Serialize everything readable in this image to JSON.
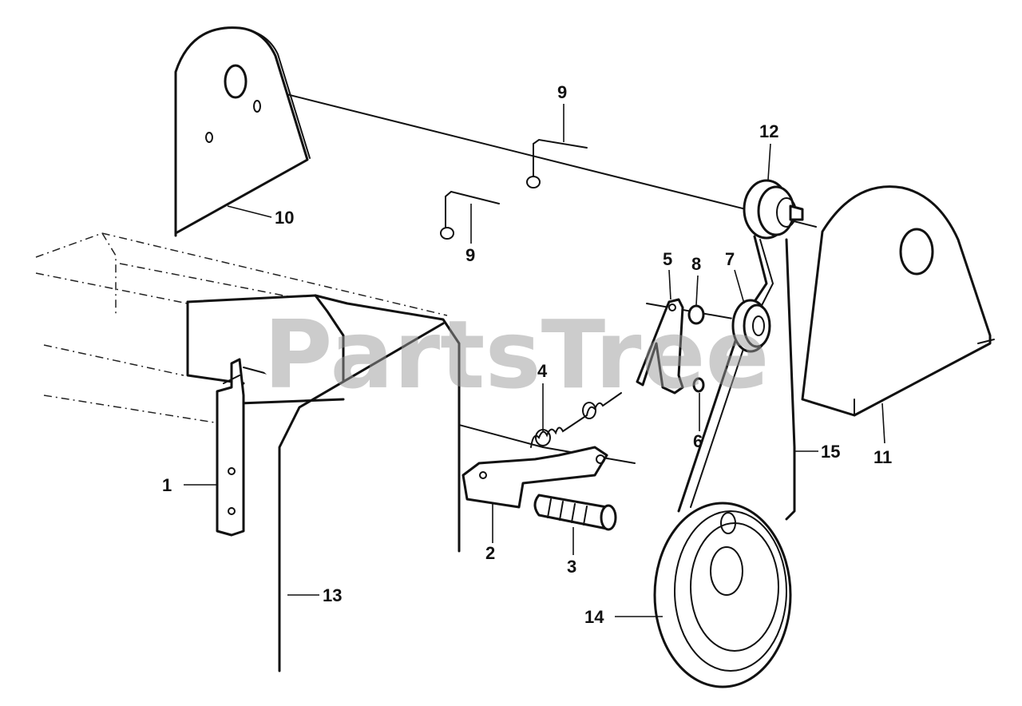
{
  "watermark": "PartsTree",
  "callouts": [
    {
      "id": "c1",
      "label": "1"
    },
    {
      "id": "c2",
      "label": "2"
    },
    {
      "id": "c3",
      "label": "3"
    },
    {
      "id": "c4",
      "label": "4"
    },
    {
      "id": "c5",
      "label": "5"
    },
    {
      "id": "c6",
      "label": "6"
    },
    {
      "id": "c7a",
      "label": "7"
    },
    {
      "id": "c8",
      "label": "8"
    },
    {
      "id": "c9a",
      "label": "9"
    },
    {
      "id": "c9b",
      "label": "9"
    },
    {
      "id": "c10",
      "label": "10"
    },
    {
      "id": "c11",
      "label": "11"
    },
    {
      "id": "c12",
      "label": "12"
    },
    {
      "id": "c13",
      "label": "13"
    },
    {
      "id": "c14",
      "label": "14"
    },
    {
      "id": "c15",
      "label": "15"
    }
  ]
}
